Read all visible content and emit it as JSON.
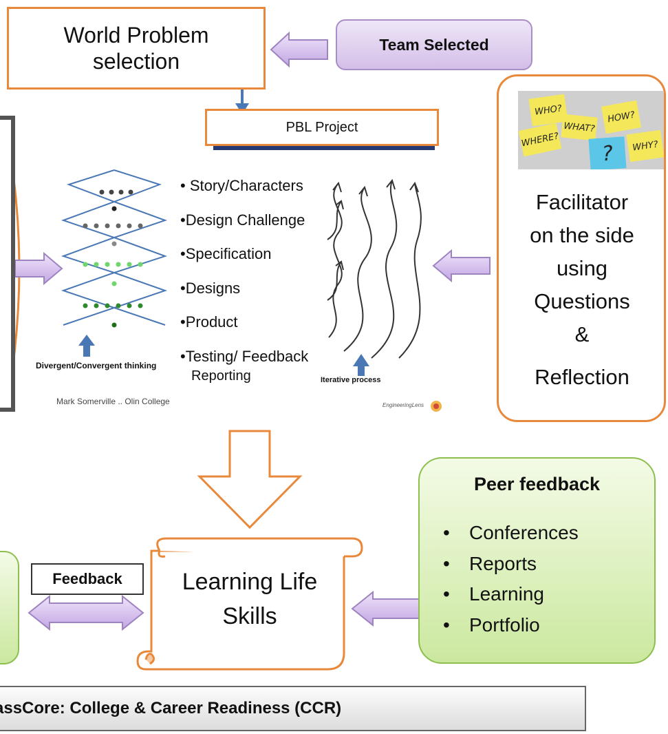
{
  "world_problem": {
    "line1": "World Problem",
    "line2": "selection"
  },
  "team_selected": "Team Selected",
  "pbl_project": "PBL Project",
  "steps": [
    "• Story/Characters",
    "•Design Challenge",
    "•Specification",
    "•Designs",
    "•Product",
    "•Testing/ Feedback"
  ],
  "reporting": "Reporting",
  "divergent_caption": "Divergent/Convergent thinking",
  "iterative_caption": "Iterative process",
  "credit": "Mark Somerville .. Olin College",
  "logo_text": "EngineeringLens",
  "facilitator": {
    "lines": [
      "Facilitator",
      "on the side",
      "using",
      "Questions",
      "&",
      "Reflection"
    ],
    "notes": [
      "WHO?",
      "HOW?",
      "WHAT?",
      "WHERE?",
      "WHY?",
      "?"
    ]
  },
  "peer_feedback": {
    "title": "Peer feedback",
    "items": [
      "Conferences",
      "Reports",
      "Learning",
      "Portfolio"
    ]
  },
  "feedback_label": "Feedback",
  "learning_life_skills": {
    "line1": "Learning Life",
    "line2": "Skills"
  },
  "ccr_banner": "assCore:  College & Career Readiness (CCR)",
  "colors": {
    "orange": "#e8883a",
    "purple": "#c9b3e4",
    "green": "#cbe89f",
    "blue": "#4a78b5",
    "navy": "#253a73"
  }
}
